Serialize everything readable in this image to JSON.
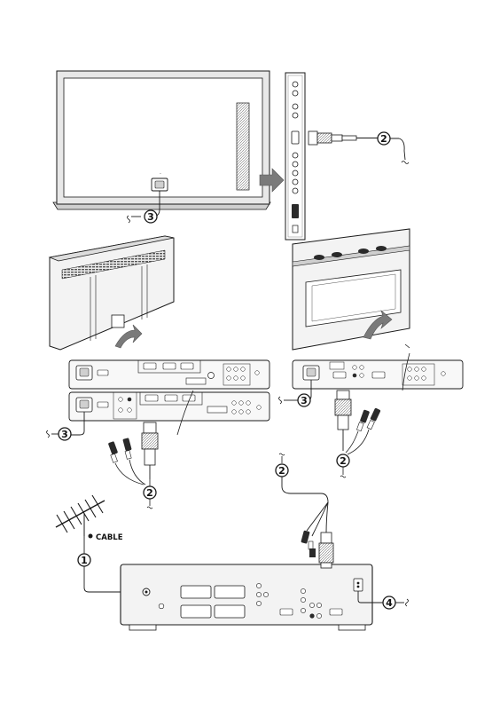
{
  "callouts": {
    "c1": "1",
    "c2_monitor_side": "2",
    "c3_monitor_front": "3",
    "c3_left_panel": "3",
    "c3_right_panel": "3",
    "c2_left_panel": "2",
    "c2_right_panel": "2",
    "c2_receiver": "2",
    "c4": "4"
  },
  "antenna": {
    "label": "CABLE"
  },
  "colors": {
    "stroke": "#1a1a1a",
    "panel_fill": "#f3f3f3",
    "shade_fill": "#d9d9d9",
    "arrow_fill": "#7a7a7a",
    "dark_port": "#2a2a2a"
  },
  "icons": [
    "antenna-icon",
    "power-socket-icon",
    "vga-connector-icon",
    "rca-plug-icon",
    "arrow-icon"
  ]
}
